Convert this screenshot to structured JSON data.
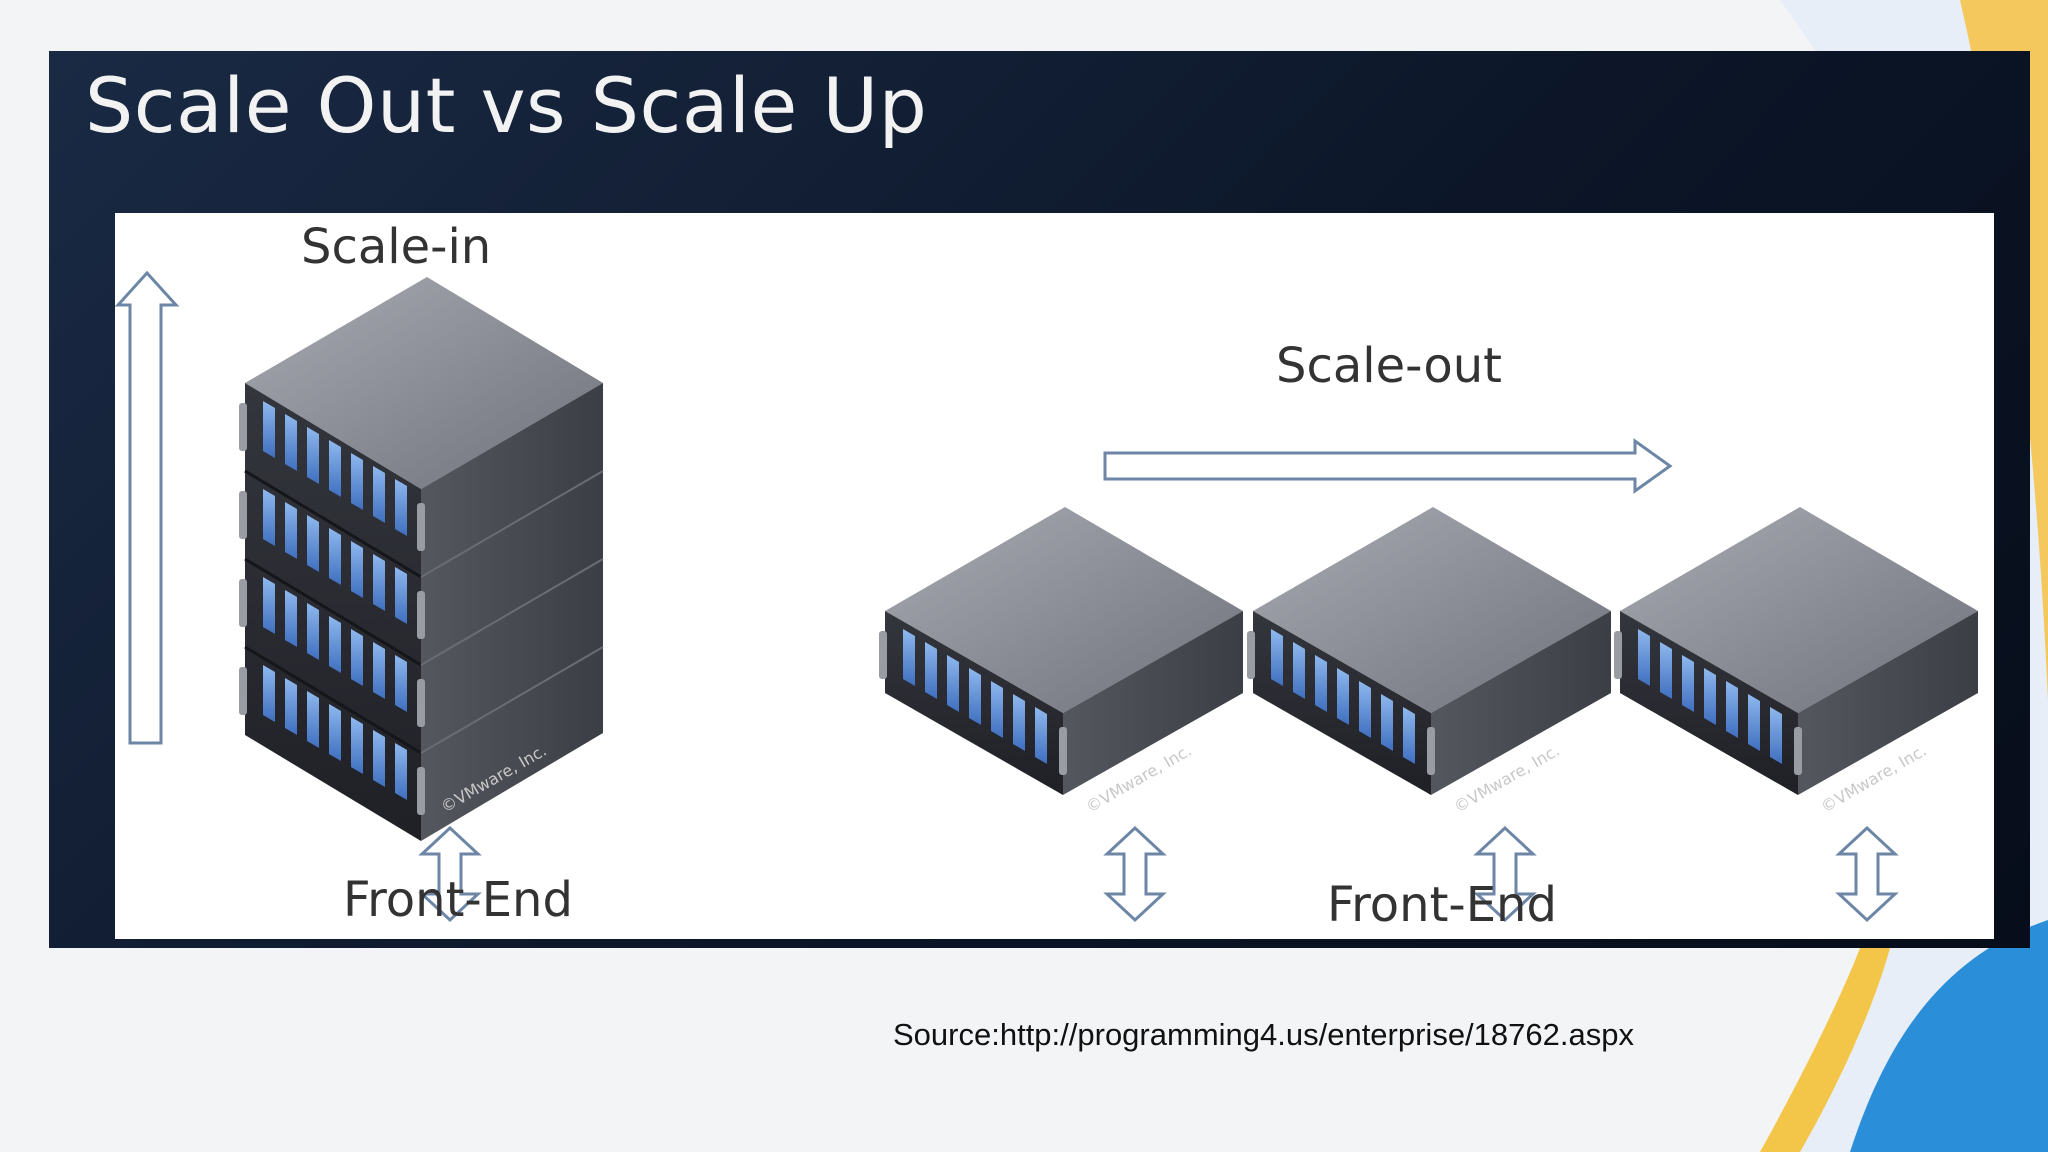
{
  "slide": {
    "title": "Scale Out vs Scale Up",
    "source": "Source:http://programming4.us/enterprise/18762.aspx"
  },
  "diagram": {
    "scale_in_label": "Scale-in",
    "scale_out_label": "Scale-out",
    "front_end_left": "Front-End",
    "front_end_right": "Front-End",
    "watermark": "©VMware, Inc."
  },
  "colors": {
    "frame_dark": "#0c1628",
    "server_top": "#8e909a",
    "server_front": "#2a2c33",
    "drive_blue": "#5b8fd6",
    "arrow_stroke": "#6d86a6",
    "accent_yellow": "#f3c64a",
    "accent_blue": "#2a8fd8"
  }
}
